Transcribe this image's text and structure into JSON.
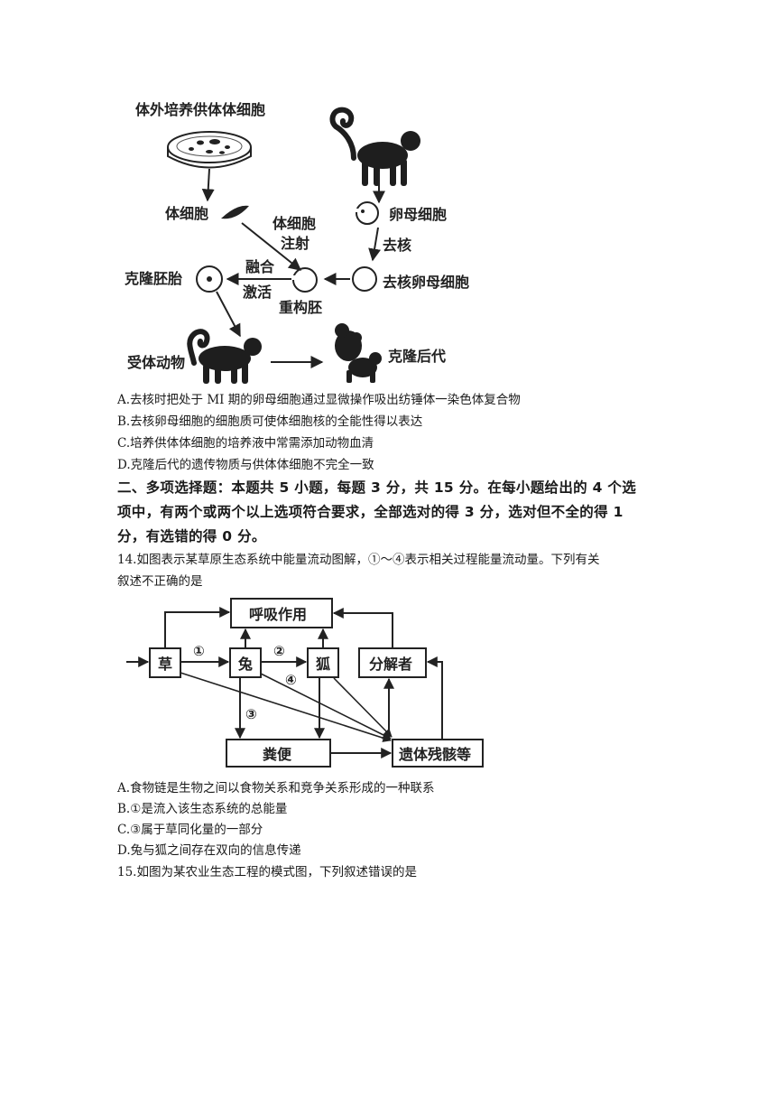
{
  "fig1": {
    "donor_culture": "体外培养供体体细胞",
    "somatic_cell": "体细胞",
    "oocyte": "卵母细胞",
    "enucleate": "去核",
    "inject_l1": "体细胞",
    "inject_l2": "注射",
    "fuse": "融合",
    "activate": "激活",
    "clone_embryo": "克隆胚胎",
    "reconstructed": "重构胚",
    "enucleated_oocyte": "去核卵母细胞",
    "recipient": "受体动物",
    "offspring": "克隆后代"
  },
  "q13_options": [
    "A.去核时把处于 MI 期的卵母细胞通过显微操作吸出纺锤体一染色体复合物",
    "B.去核卵母细胞的细胞质可使体细胞核的全能性得以表达",
    "C.培养供体体细胞的培养液中常需添加动物血清",
    "D.克隆后代的遗传物质与供体体细胞不完全一致"
  ],
  "section2": {
    "line1": "二、多项选择题：本题共 5 小题，每题 3 分，共 15 分。在每小题给出的 4 个选",
    "line2": "项中，有两个或两个以上选项符合要求，全部选对的得 3 分，选对但不全的得 1",
    "line3": "分，有选错的得 0 分。"
  },
  "q14": {
    "stem_l1": "14.如图表示某草原生态系统中能量流动图解，①～④表示相关过程能量流动量。下列有关",
    "stem_l2": "叙述不正确的是",
    "diagram": {
      "respiration": "呼吸作用",
      "grass": "草",
      "rabbit": "兔",
      "fox": "狐",
      "decomposer": "分解者",
      "feces": "粪便",
      "remains": "遗体残骸等",
      "n1": "①",
      "n2": "②",
      "n3": "③",
      "n4": "④"
    },
    "options": [
      "A.食物链是生物之间以食物关系和竞争关系形成的一种联系",
      "B.①是流入该生态系统的总能量",
      "C.③属于草同化量的一部分",
      "D.兔与狐之间存在双向的信息传递"
    ]
  },
  "q15": {
    "stem": "15.如图为某农业生态工程的模式图，下列叙述错误的是"
  }
}
